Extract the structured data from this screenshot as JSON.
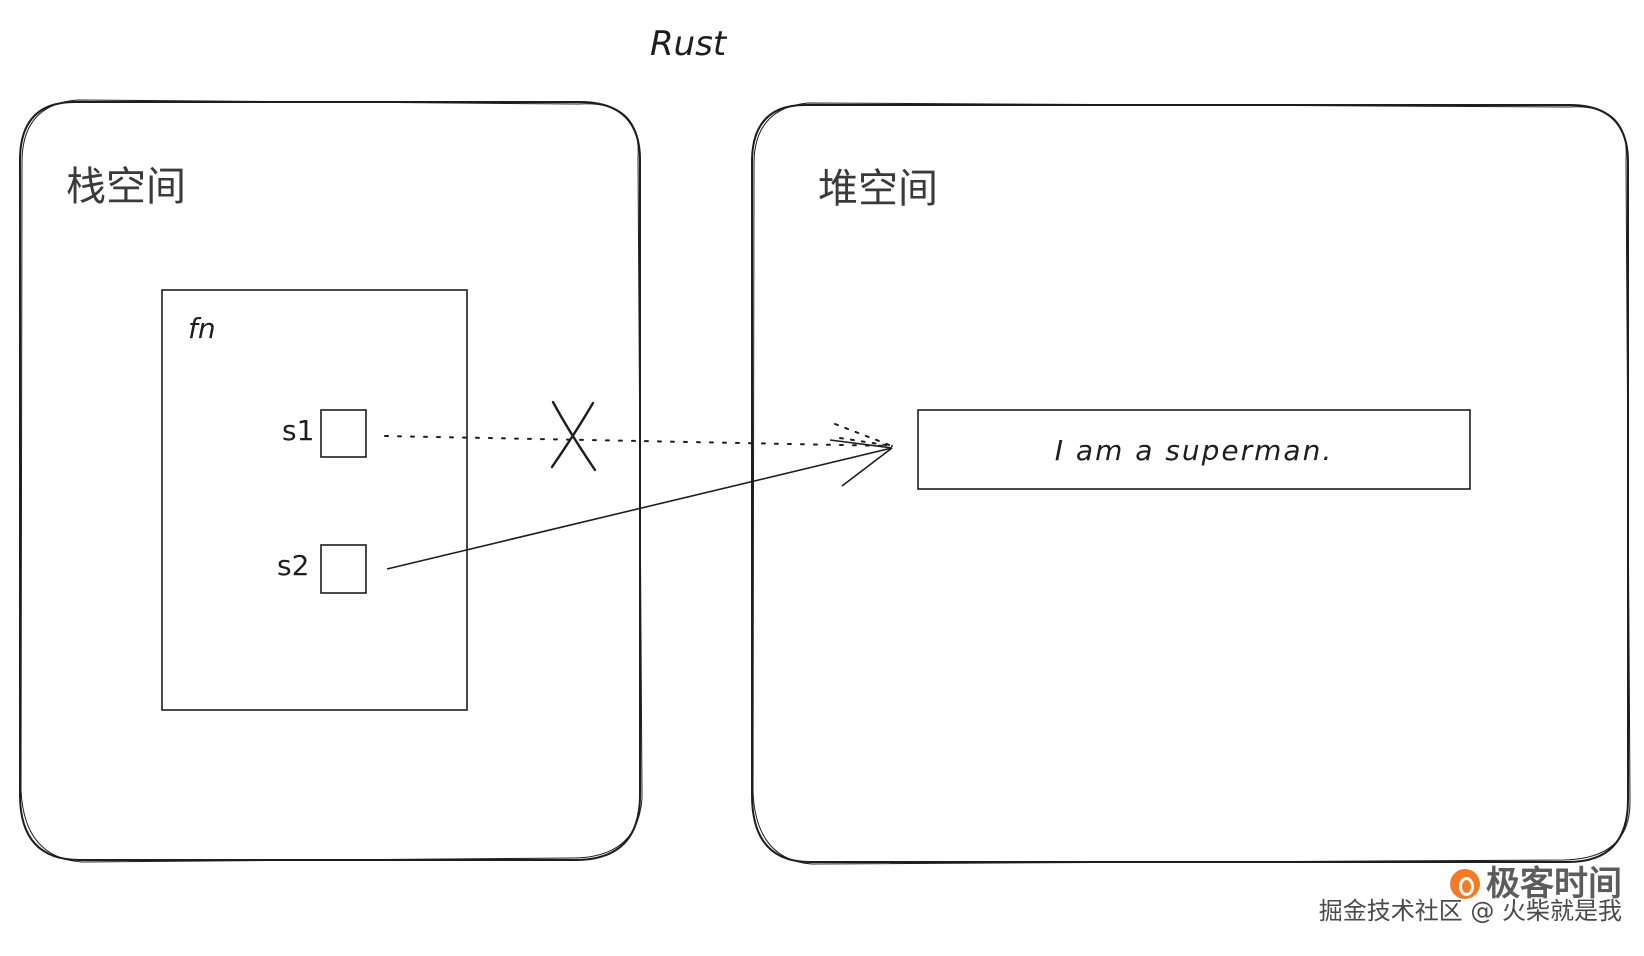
{
  "title": "Rust",
  "stack": {
    "label": "栈空间",
    "frame_label": "fn",
    "vars": [
      {
        "name": "s1",
        "status": "invalidated"
      },
      {
        "name": "s2",
        "status": "owner"
      }
    ]
  },
  "heap": {
    "label": "堆空间",
    "value": "I am a superman."
  },
  "watermark": {
    "brand": "极客时间",
    "credit": "掘金技术社区 @ 火柴就是我"
  },
  "colors": {
    "stroke": "#1e1e1e",
    "background": "#ffffff",
    "brand_orange": "#f07c2a"
  }
}
